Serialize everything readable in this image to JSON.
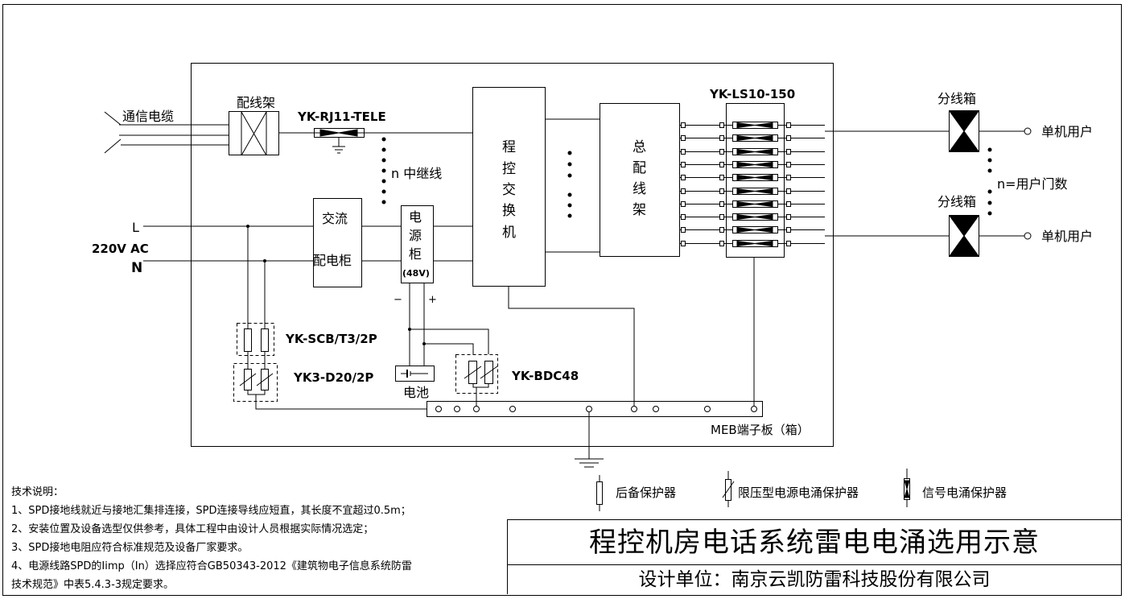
{
  "labels": {
    "comm_cable": "通信电缆",
    "distribution_frame": "配线架",
    "rj11_model": "YK-RJ11-TELE",
    "trunk_lines": "n 中继线",
    "switch_chars": [
      "程",
      "控",
      "交",
      "换",
      "机"
    ],
    "main_frame_chars": [
      "总",
      "配",
      "线",
      "架"
    ],
    "ls10_model": "YK-LS10-150",
    "junction_box_top": "分线箱",
    "junction_box_bottom": "分线箱",
    "single_user_top": "单机用户",
    "single_user_bottom": "单机用户",
    "user_count": "n=用户门数",
    "line_L": "L",
    "line_N": "N",
    "voltage": "220V AC",
    "ac_cabinet_line1": "交流",
    "ac_cabinet_line2": "配电柜",
    "power_cabinet_chars": [
      "电",
      "源",
      "柜"
    ],
    "power_cabinet_voltage": "(48V)",
    "minus": "−",
    "plus": "+",
    "scb_model": "YK-SCB/T3/2P",
    "d20_model": "YK3-D20/2P",
    "battery": "电池",
    "bdc48_model": "YK-BDC48",
    "meb": "MEB端子板（箱）"
  },
  "legend": {
    "backup": "后备保护器",
    "limiting": "限压型电源电涌保护器",
    "signal": "信号电涌保护器"
  },
  "notes": {
    "heading": "技术说明：",
    "items": [
      "1、SPD接地线就近与接地汇集排连接，SPD连接导线应短直，其长度不宜超过0.5m；",
      "2、安装位置及设备选型仅供参考，具体工程中由设计人员根据实际情况选定；",
      "3、SPD接地电阻应符合标准规范及设备厂家要求。",
      "4、电源线路SPD的Iimp（In）选择应符合GB50343-2012《建筑物电子信息系统防雷",
      "技术规范》中表5.4.3-3规定要求。"
    ]
  },
  "title": {
    "main": "程控机房电话系统雷电电涌选用示意",
    "sub": "设计单位：南京云凯防雷科技股份有限公司"
  }
}
